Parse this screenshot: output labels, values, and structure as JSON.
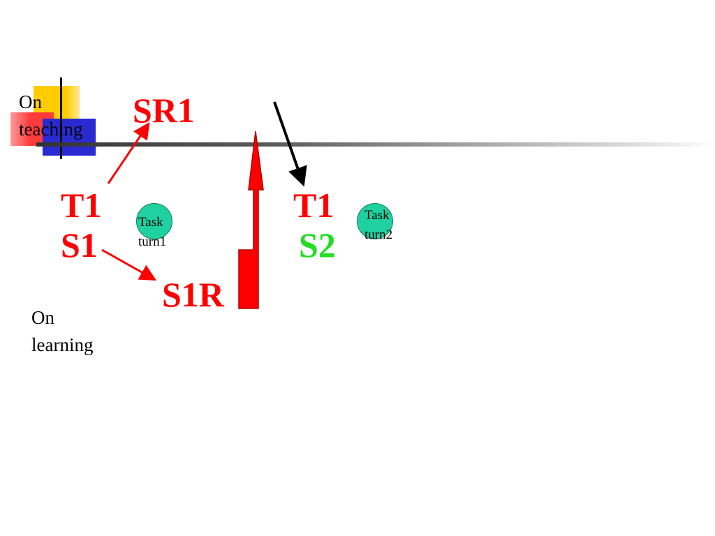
{
  "labels": {
    "on_teaching": "On\nteaching",
    "on_learning": "On\nlearning",
    "sr1": "SR1",
    "t1_left": "T1",
    "s1": "S1",
    "s1r": "S1R",
    "t1_right": "T1",
    "s2": "S2",
    "task1_line1": "Task",
    "task1_line2": "turn1",
    "task2_line1": "Task",
    "task2_line2": "turn2"
  },
  "colors": {
    "red": "#ff0000",
    "green": "#22dd22",
    "black": "#000000",
    "circle_fill": "#1fd1a0",
    "deco_yellow": "#ffcc00",
    "deco_red": "#ff3b3b",
    "deco_blue": "#2a2ad0"
  }
}
